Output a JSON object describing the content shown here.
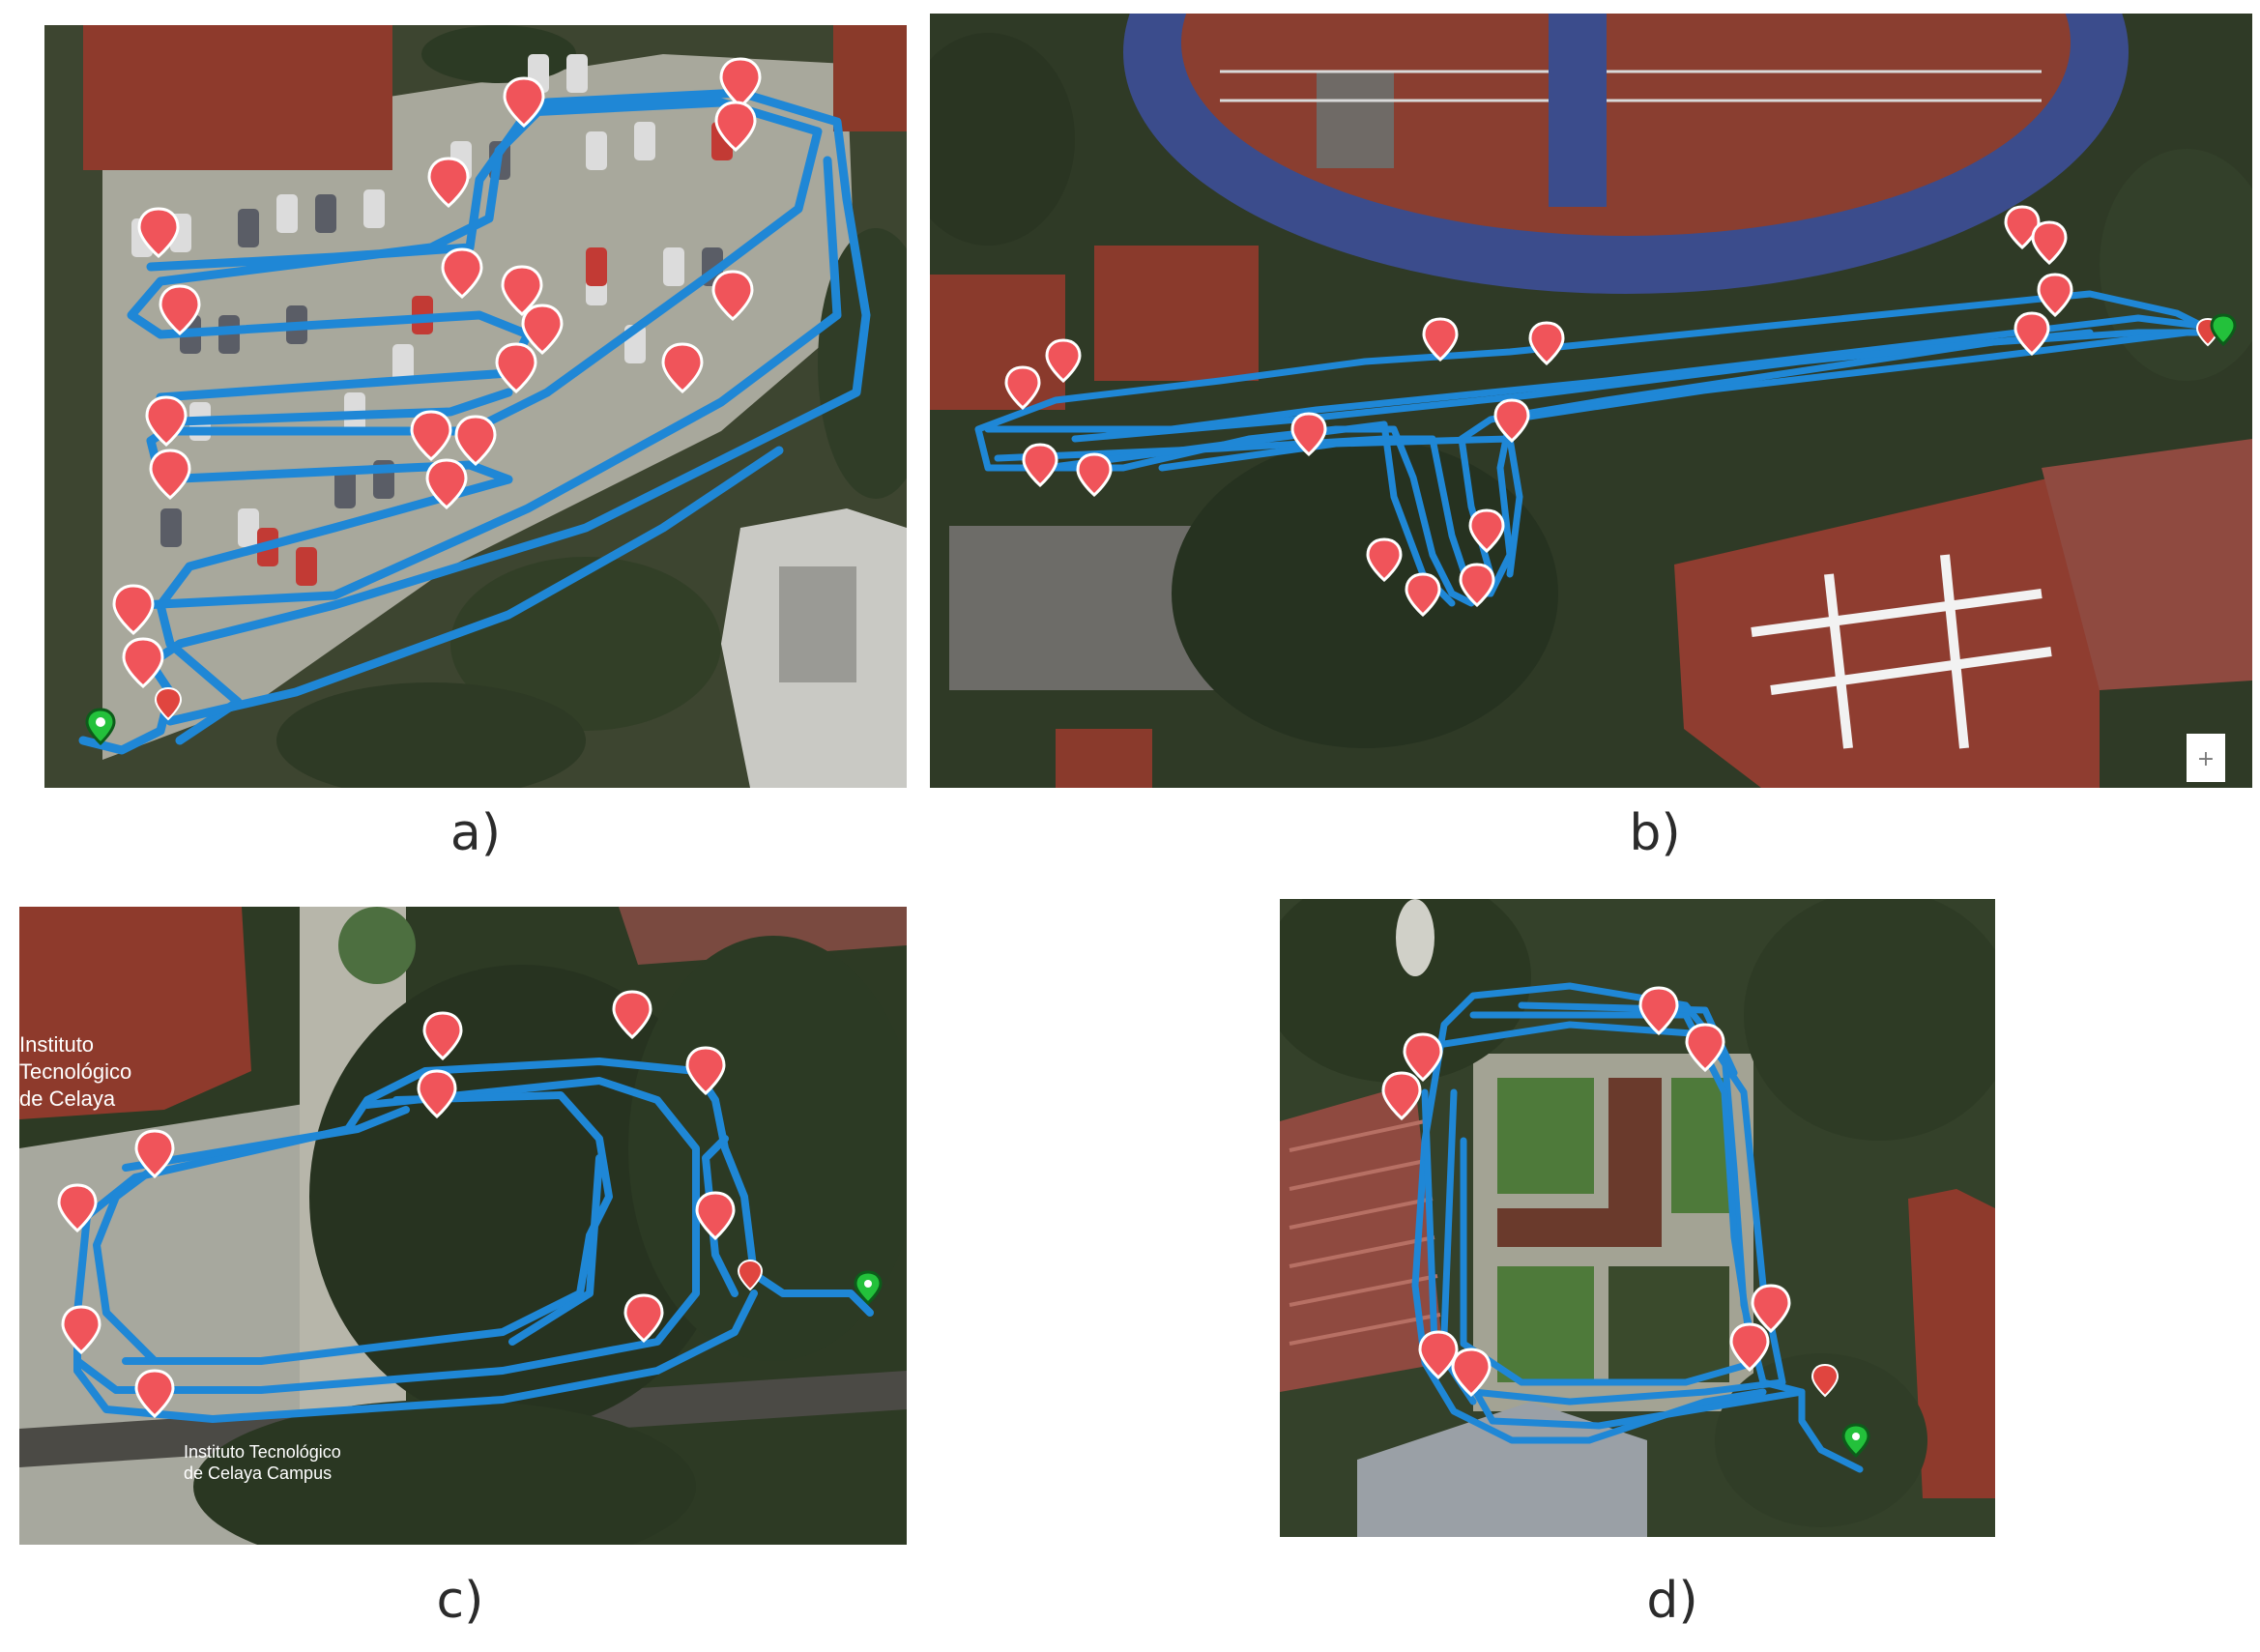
{
  "figure": {
    "panels": [
      {
        "id": "a",
        "caption": "a)"
      },
      {
        "id": "b",
        "caption": "b)"
      },
      {
        "id": "c",
        "caption": "c)",
        "map_labels": [
          "Instituto",
          "Tecnológico",
          "de Celaya",
          "Instituto Tecnológico",
          "de Celaya Campus"
        ]
      },
      {
        "id": "d",
        "caption": "d)"
      }
    ],
    "colors": {
      "track": "#1f87d6",
      "waypoint": "#f0545a",
      "start_marker": "#23c13b",
      "end_marker": "#e0453f",
      "roof": "#8e3a2c",
      "trees": "#2f3b24",
      "pavement": "#a9a99a"
    },
    "icons": [
      "map-pin-icon",
      "start-pin-icon",
      "end-pin-icon",
      "zoom-in-icon"
    ]
  }
}
